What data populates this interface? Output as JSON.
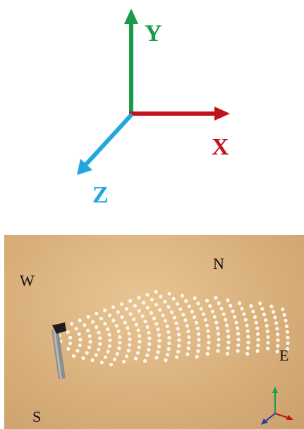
{
  "axes": {
    "y_label": "Y",
    "x_label": "X",
    "z_label": "Z",
    "colors": {
      "y": "#1a9b4a",
      "x": "#c0141c",
      "z": "#22a6e0"
    }
  },
  "field": {
    "compass": {
      "north": "N",
      "south": "S",
      "east": "E",
      "west": "W"
    },
    "colors": {
      "ground": "#d9b07c",
      "heliostat": "#ffffff",
      "tower": "#8a8a8a"
    },
    "mini_triad_icon": "xyz-axes-icon"
  }
}
